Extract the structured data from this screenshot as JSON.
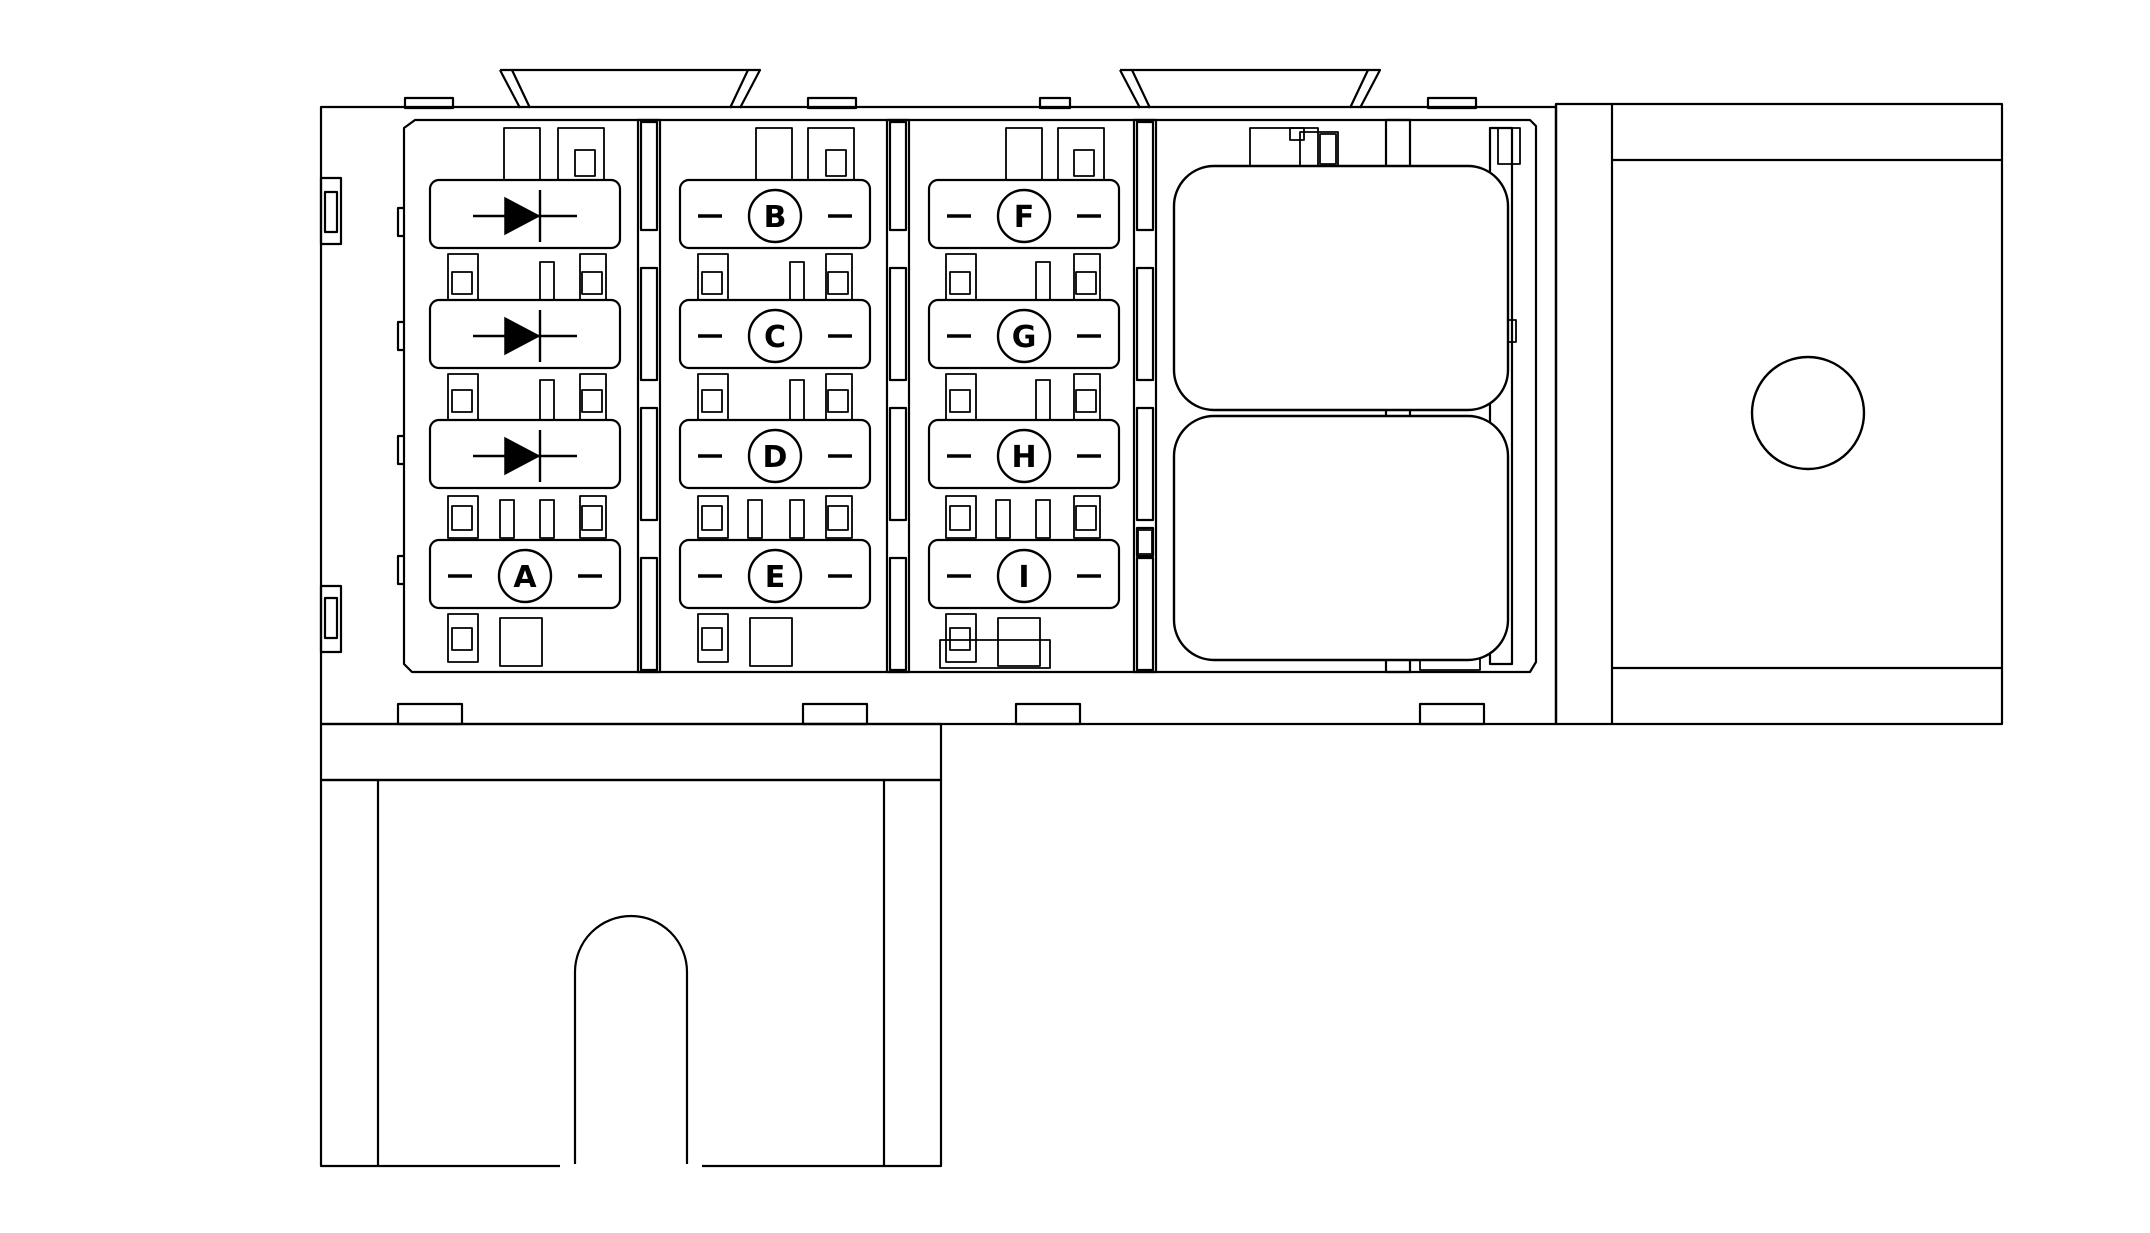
{
  "colors": {
    "stroke": "#000000",
    "background": "#ffffff"
  },
  "diode_slots": [
    {
      "id": "diode-1",
      "icon": "diode-icon"
    },
    {
      "id": "diode-2",
      "icon": "diode-icon"
    },
    {
      "id": "diode-3",
      "icon": "diode-icon"
    }
  ],
  "fuses": {
    "A": "A",
    "B": "B",
    "C": "C",
    "D": "D",
    "E": "E",
    "F": "F",
    "G": "G",
    "H": "H",
    "I": "I"
  },
  "relays": [
    {
      "id": "relay-upper"
    },
    {
      "id": "relay-lower"
    }
  ],
  "mounting_hole": {
    "icon": "mounting-hole-icon"
  }
}
